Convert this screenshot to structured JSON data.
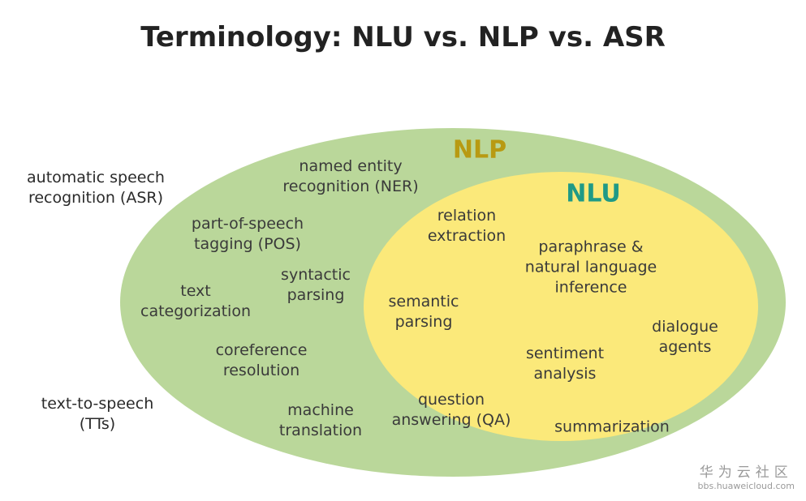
{
  "title": "Terminology: NLU vs. NLP vs. ASR",
  "colors": {
    "nlp_fill": "#bad79a",
    "nlu_fill": "#fbe97a",
    "nlp_label": "#b89a12",
    "nlu_label": "#1f9a86"
  },
  "regions": {
    "nlp": "NLP",
    "nlu": "NLU"
  },
  "outside_terms": {
    "asr": [
      "automatic speech",
      "recognition (ASR)"
    ],
    "tts": [
      "text-to-speech",
      "(TTs)"
    ]
  },
  "nlp_terms": {
    "ner": [
      "named entity",
      "recognition (NER)"
    ],
    "pos": [
      "part-of-speech",
      "tagging (POS)"
    ],
    "syntactic": [
      "syntactic",
      "parsing"
    ],
    "text_cat": [
      "text",
      "categorization"
    ],
    "coref": [
      "coreference",
      "resolution"
    ],
    "mt": [
      "machine",
      "translation"
    ]
  },
  "nlu_terms": {
    "relation": [
      "relation",
      "extraction"
    ],
    "paraphrase": [
      "paraphrase &",
      "natural language",
      "inference"
    ],
    "semantic": [
      "semantic",
      "parsing"
    ],
    "dialogue": [
      "dialogue",
      "agents"
    ],
    "sentiment": [
      "sentiment",
      "analysis"
    ],
    "qa": [
      "question",
      "answering (QA)"
    ],
    "summarization": [
      "summarization"
    ]
  },
  "watermark": {
    "cn": "华为云社区",
    "url": "bbs.huaweicloud.com"
  }
}
